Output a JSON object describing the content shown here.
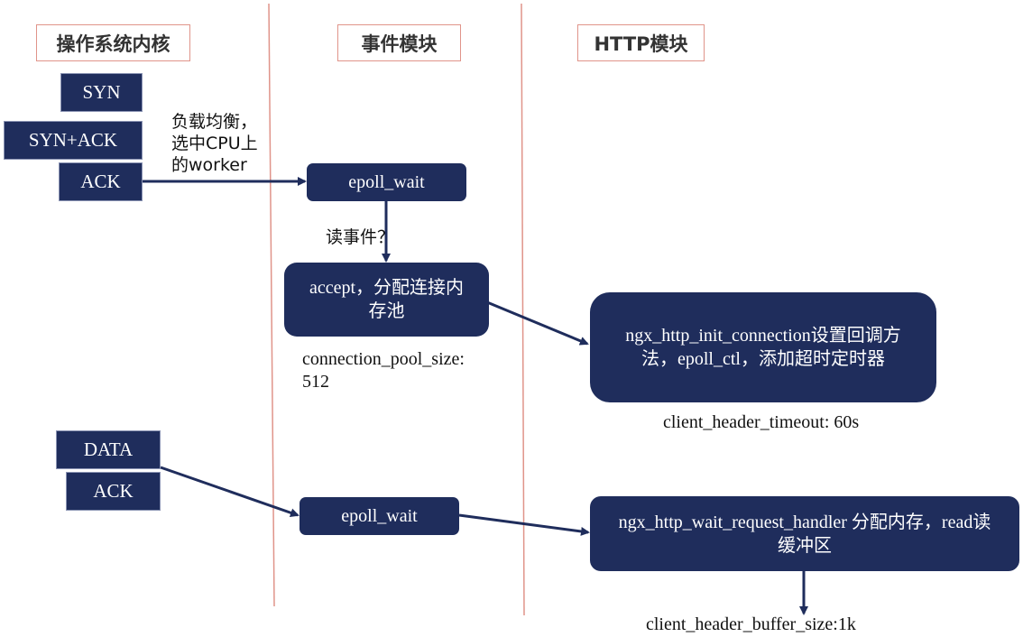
{
  "columns": {
    "kernel": "操作系统内核",
    "event": "事件模块",
    "http": "HTTP模块"
  },
  "packets": {
    "syn": "SYN",
    "synack": "SYN+ACK",
    "ack1": "ACK",
    "data": "DATA",
    "ack2": "ACK"
  },
  "boxes": {
    "epoll_wait_1": "epoll_wait",
    "accept": "accept，分配连接内存池",
    "init_connection": "ngx_http_init_connection设置回调方法，epoll_ctl，添加超时定时器",
    "epoll_wait_2": "epoll_wait",
    "wait_request": "ngx_http_wait_request_handler 分配内存，read读缓冲区"
  },
  "labels": {
    "load_balance_1": "负载均衡，",
    "load_balance_2": "选中CPU上",
    "load_balance_3": "的worker",
    "read_event": "读事件？",
    "pool_size_1": "connection_pool_size:",
    "pool_size_2": "512",
    "header_timeout": "client_header_timeout: 60s",
    "header_buffer": "client_header_buffer_size:1k"
  },
  "colors": {
    "box_fill": "#1f2d5c",
    "divider": "#e0948a",
    "header_border": "#e0948a",
    "arrow": "#1f2d5c"
  }
}
